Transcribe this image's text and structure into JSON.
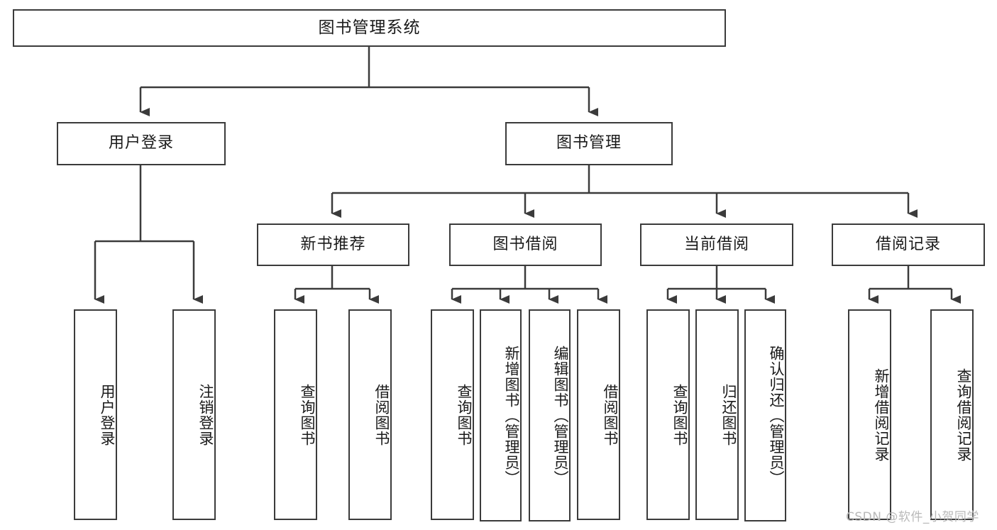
{
  "diagram": {
    "title": "图书管理系统",
    "type": "tree",
    "orientation": "top-down",
    "line_color": "#3b3b3b",
    "box_fill": "#ffffff",
    "text_color": "#1a1a1a",
    "root": {
      "id": "root",
      "label": "图书管理系统"
    },
    "level2": [
      {
        "id": "user-login",
        "label": "用户登录"
      },
      {
        "id": "book-manage",
        "label": "图书管理"
      }
    ],
    "level3": [
      {
        "id": "new-book-recommend",
        "label": "新书推荐",
        "parent": "book-manage"
      },
      {
        "id": "book-borrow",
        "label": "图书借阅",
        "parent": "book-manage"
      },
      {
        "id": "current-borrow",
        "label": "当前借阅",
        "parent": "book-manage"
      },
      {
        "id": "borrow-record",
        "label": "借阅记录",
        "parent": "book-manage"
      }
    ],
    "leaves": [
      {
        "id": "leaf-user-login",
        "label": "用户登录",
        "parent": "user-login"
      },
      {
        "id": "leaf-logout-login",
        "label": "注销登录",
        "parent": "user-login"
      },
      {
        "id": "leaf-query-book-1",
        "label": "查询图书",
        "parent": "new-book-recommend"
      },
      {
        "id": "leaf-borrow-book-1",
        "label": "借阅图书",
        "parent": "new-book-recommend"
      },
      {
        "id": "leaf-query-book-2",
        "label": "查询图书",
        "parent": "book-borrow"
      },
      {
        "id": "leaf-add-book",
        "label": "新增图书（管理员）",
        "parent": "book-borrow"
      },
      {
        "id": "leaf-edit-book",
        "label": "编辑图书（管理员）",
        "parent": "book-borrow"
      },
      {
        "id": "leaf-borrow-book-2",
        "label": "借阅图书",
        "parent": "book-borrow"
      },
      {
        "id": "leaf-query-book-3",
        "label": "查询图书",
        "parent": "current-borrow"
      },
      {
        "id": "leaf-return-book",
        "label": "归还图书",
        "parent": "current-borrow"
      },
      {
        "id": "leaf-confirm-return",
        "label": "确认归还（管理员）",
        "parent": "current-borrow"
      },
      {
        "id": "leaf-add-record",
        "label": "新增借阅记录",
        "parent": "borrow-record"
      },
      {
        "id": "leaf-query-record",
        "label": "查询借阅记录",
        "parent": "borrow-record"
      }
    ]
  },
  "watermark": {
    "text": "CSDN @软件_小贺同学"
  }
}
